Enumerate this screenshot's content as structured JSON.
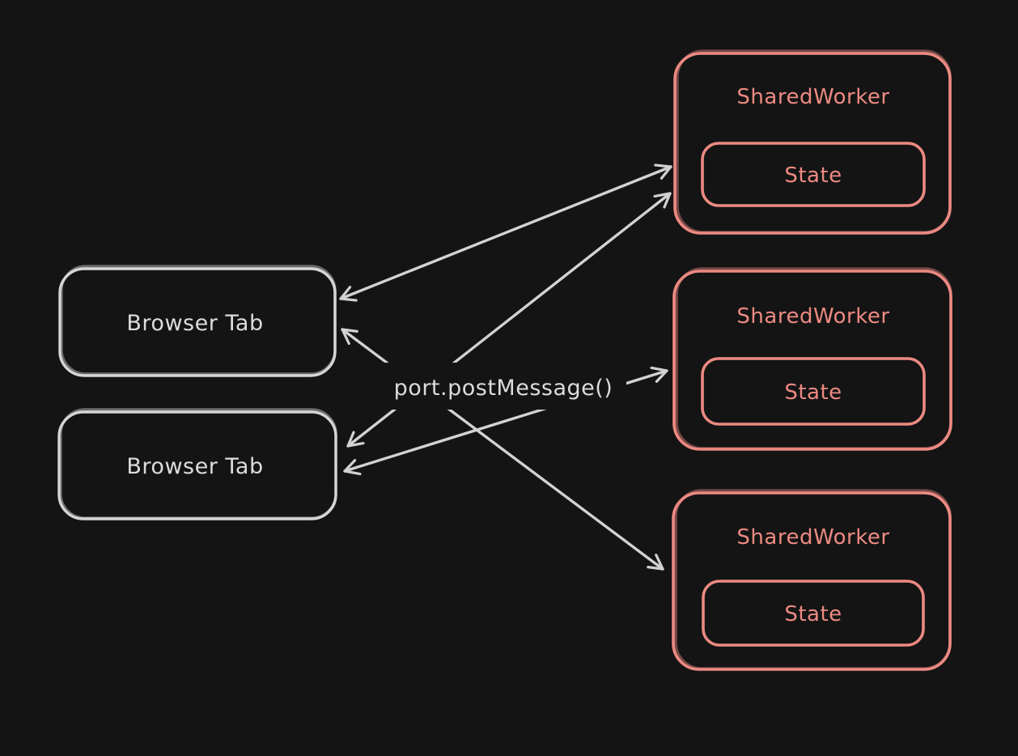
{
  "canvas": {
    "background": "#141414"
  },
  "palette": {
    "tab_stroke": "#d6d6d6",
    "worker_stroke": "#ec8a82",
    "arrow_stroke": "#d2d2d2",
    "text_light": "#dcdcdc"
  },
  "nodes": {
    "browser_tab_1": {
      "label": "Browser Tab"
    },
    "browser_tab_2": {
      "label": "Browser Tab"
    },
    "shared_worker_1": {
      "label": "SharedWorker",
      "state_label": "State"
    },
    "shared_worker_2": {
      "label": "SharedWorker",
      "state_label": "State"
    },
    "shared_worker_3": {
      "label": "SharedWorker",
      "state_label": "State"
    }
  },
  "center_label": "port.postMessage()",
  "edges": [
    {
      "from": "browser_tab_1",
      "to": "shared_worker_1",
      "bidirectional": true
    },
    {
      "from": "browser_tab_2",
      "to": "shared_worker_1",
      "bidirectional": true
    },
    {
      "from": "browser_tab_1",
      "to": "shared_worker_3",
      "bidirectional": true
    },
    {
      "from": "browser_tab_2",
      "to": "shared_worker_2",
      "bidirectional": true
    }
  ]
}
